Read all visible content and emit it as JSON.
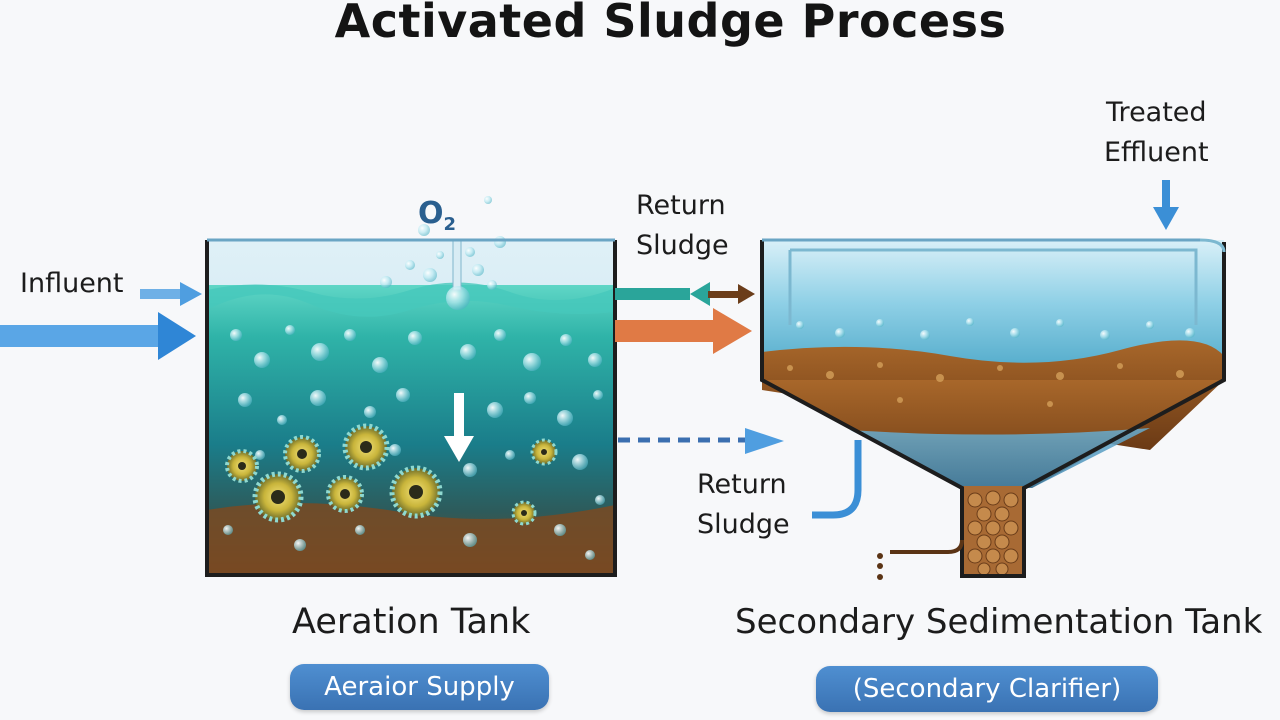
{
  "title": "Activated Sludge Process",
  "labels": {
    "influent": "Influent",
    "o2_main": "O",
    "o2_sub": "2",
    "return_sludge_top_line1": "Return",
    "return_sludge_top_line2": "Sludge",
    "treated_effluent_line1": "Treated",
    "treated_effluent_line2": "Effluent",
    "return_sludge_bottom_line1": "Return",
    "return_sludge_bottom_line2": "Sludge",
    "aeration_tank": "Aeration Tank",
    "secondary_sedimentation_tank": "Secondary Sedimentation Tank"
  },
  "badges": {
    "aeration": "Aeraior Supply",
    "clarifier": "(Secondary Clarifier)"
  },
  "colors": {
    "water_top": "#3fc0b8",
    "water_deep": "#1b6f7f",
    "sludge": "#8a4e1e",
    "arrow_blue": "#3b8fd6",
    "arrow_teal": "#2aa59a",
    "arrow_orange": "#e07a45",
    "arrow_brown": "#6b3d1a",
    "badge_blue": "#3f7dc0"
  }
}
